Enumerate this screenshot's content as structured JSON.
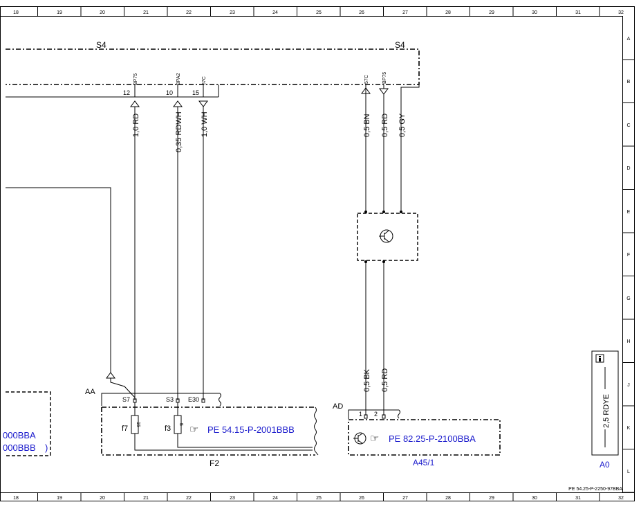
{
  "grid": {
    "columns": [
      "18",
      "19",
      "20",
      "21",
      "22",
      "23",
      "24",
      "25",
      "26",
      "27",
      "28",
      "29",
      "30",
      "31",
      "32"
    ],
    "rows": [
      "A",
      "B",
      "C",
      "D",
      "E",
      "F",
      "G",
      "H",
      "J",
      "K",
      "L"
    ]
  },
  "connectors": {
    "s4_left": "S4",
    "s4_right": "S4",
    "aa": "AA",
    "ad": "AD",
    "f2": "F2",
    "a45": "A45/1",
    "a0": "A0"
  },
  "pins": {
    "p12": "12",
    "p10": "10",
    "p15": "15",
    "s7": "S7",
    "s3": "S3",
    "e30": "E30",
    "ad1": "1",
    "ad2": "2"
  },
  "pin_codes": {
    "bp75_left": "BP75",
    "bpa2": "BPA2",
    "s7c_left": "57C",
    "s7c_right": "57C",
    "bp75_right": "BP75"
  },
  "wires": {
    "w1": "1,0 RD",
    "w2": "0,35 RDWH",
    "w3": "1,0 WH",
    "w4": "0,5 BN",
    "w5": "0,5 RD",
    "w6": "0,5 GY",
    "w7": "0,5 BK",
    "w8": "0,5 RD",
    "w9": "2,5 RDYE"
  },
  "fuses": {
    "f7": "f7",
    "f7_val": "15",
    "f3": "f3",
    "f3_val": "5"
  },
  "links": {
    "pe_f2": "PE 54.15-P-2001BBB",
    "pe_a45": "PE 82.25-P-2100BBA",
    "left_1": "000BBA",
    "left_2": "000BBB",
    "left_paren": ")"
  },
  "footer": {
    "doc_id": "PE 54.25-P-2250-97BBA"
  }
}
